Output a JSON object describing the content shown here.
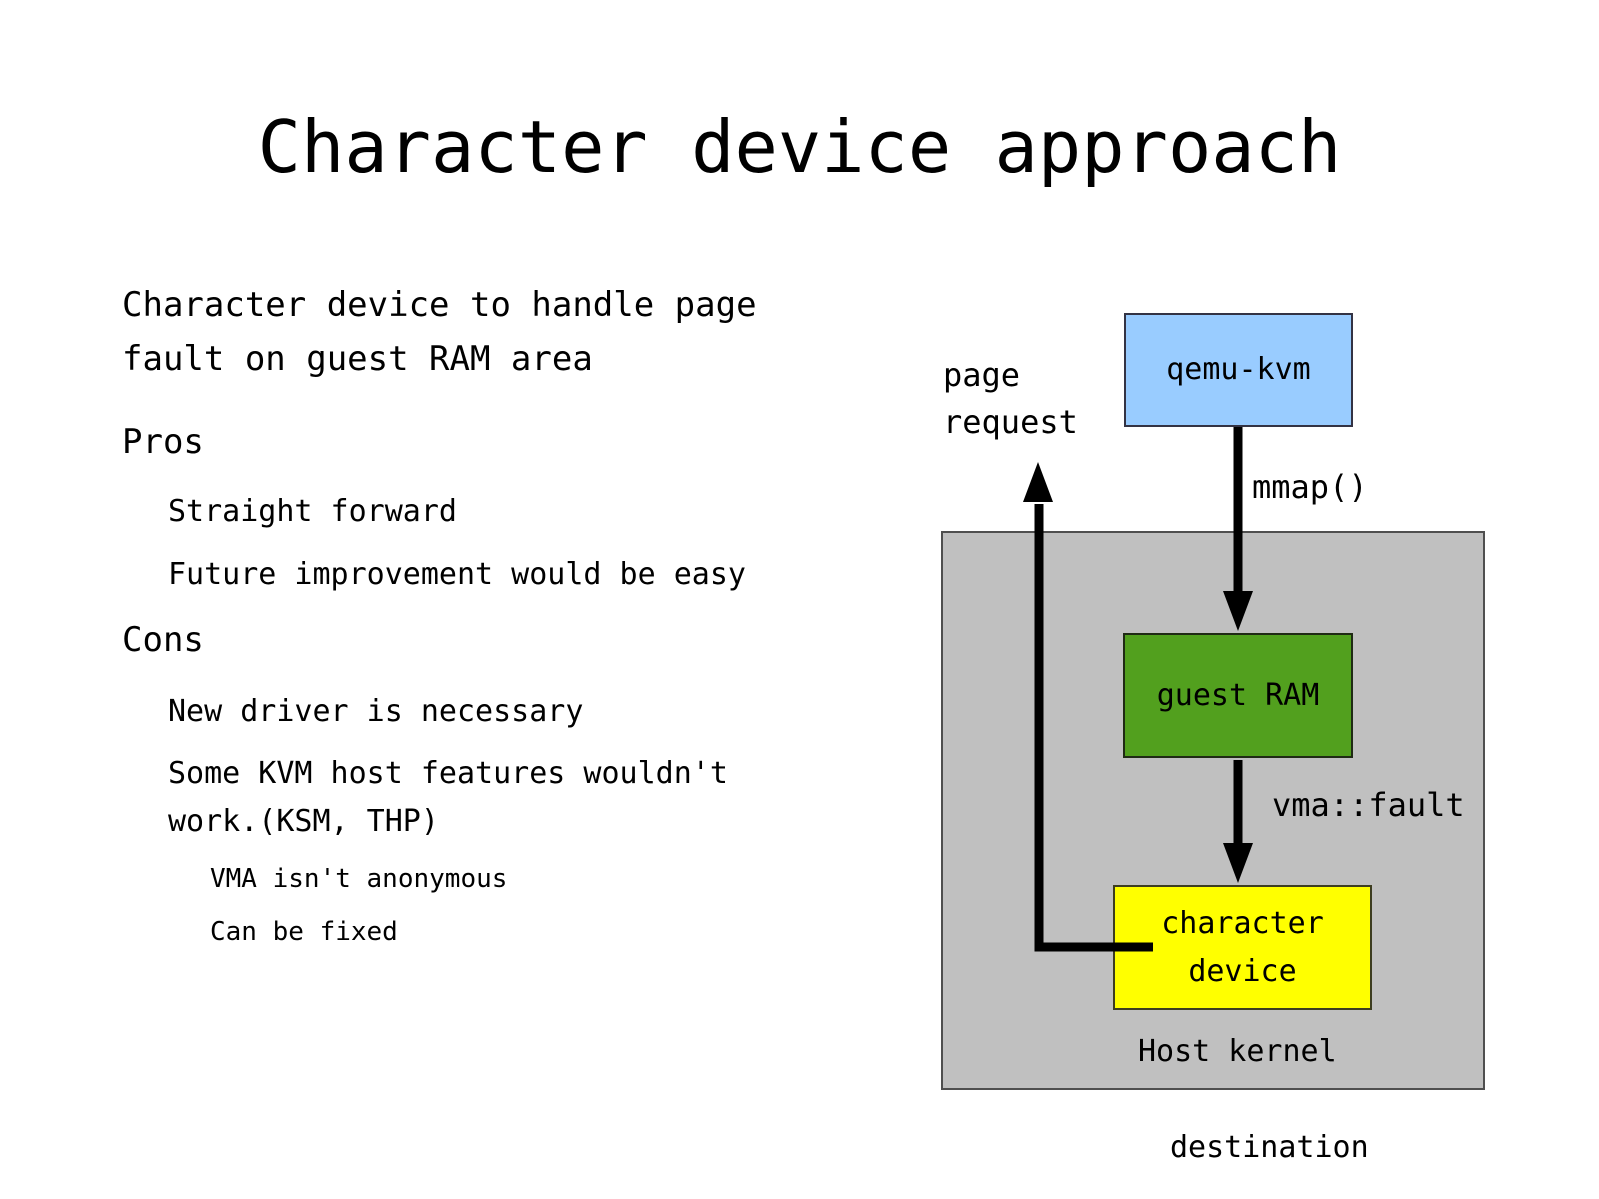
{
  "slide": {
    "title": "Character device approach",
    "bullets": [
      {
        "level": 1,
        "text": "Character device to handle page\nfault on guest RAM area"
      },
      {
        "level": 1,
        "text": "Pros"
      },
      {
        "level": 2,
        "text": "Straight forward"
      },
      {
        "level": 2,
        "text": "Future improvement would be easy"
      },
      {
        "level": 1,
        "text": "Cons"
      },
      {
        "level": 2,
        "text": "New driver is necessary"
      },
      {
        "level": 2,
        "text": "Some KVM host features wouldn't\nwork.(KSM, THP)"
      },
      {
        "level": 3,
        "text": "VMA isn't anonymous"
      },
      {
        "level": 3,
        "text": "Can be fixed"
      }
    ]
  },
  "diagram": {
    "boxes": {
      "qemu_kvm": {
        "label": "qemu-kvm"
      },
      "guest_ram": {
        "label": "guest RAM"
      },
      "character_device": {
        "label": "character\ndevice"
      },
      "host_kernel": {
        "label": "Host kernel"
      }
    },
    "labels": {
      "page_request": "page\nrequest",
      "mmap": "mmap()",
      "vma_fault": "vma::fault",
      "destination": "destination"
    },
    "arrows": [
      {
        "name": "mmap-arrow",
        "from": "qemu-kvm",
        "to": "guest RAM"
      },
      {
        "name": "vma-fault-arrow",
        "from": "guest RAM",
        "to": "character device"
      },
      {
        "name": "page-request-arrow",
        "from": "character device",
        "to": "out of host kernel (up)"
      }
    ],
    "colors": {
      "qemu_kvm_fill": "#99ccff",
      "guest_ram_fill": "#52a01e",
      "character_device_fill": "#ffff00",
      "host_kernel_fill": "#c0c0c0",
      "arrow": "#000000",
      "text": "#000000",
      "background": "#ffffff"
    }
  }
}
